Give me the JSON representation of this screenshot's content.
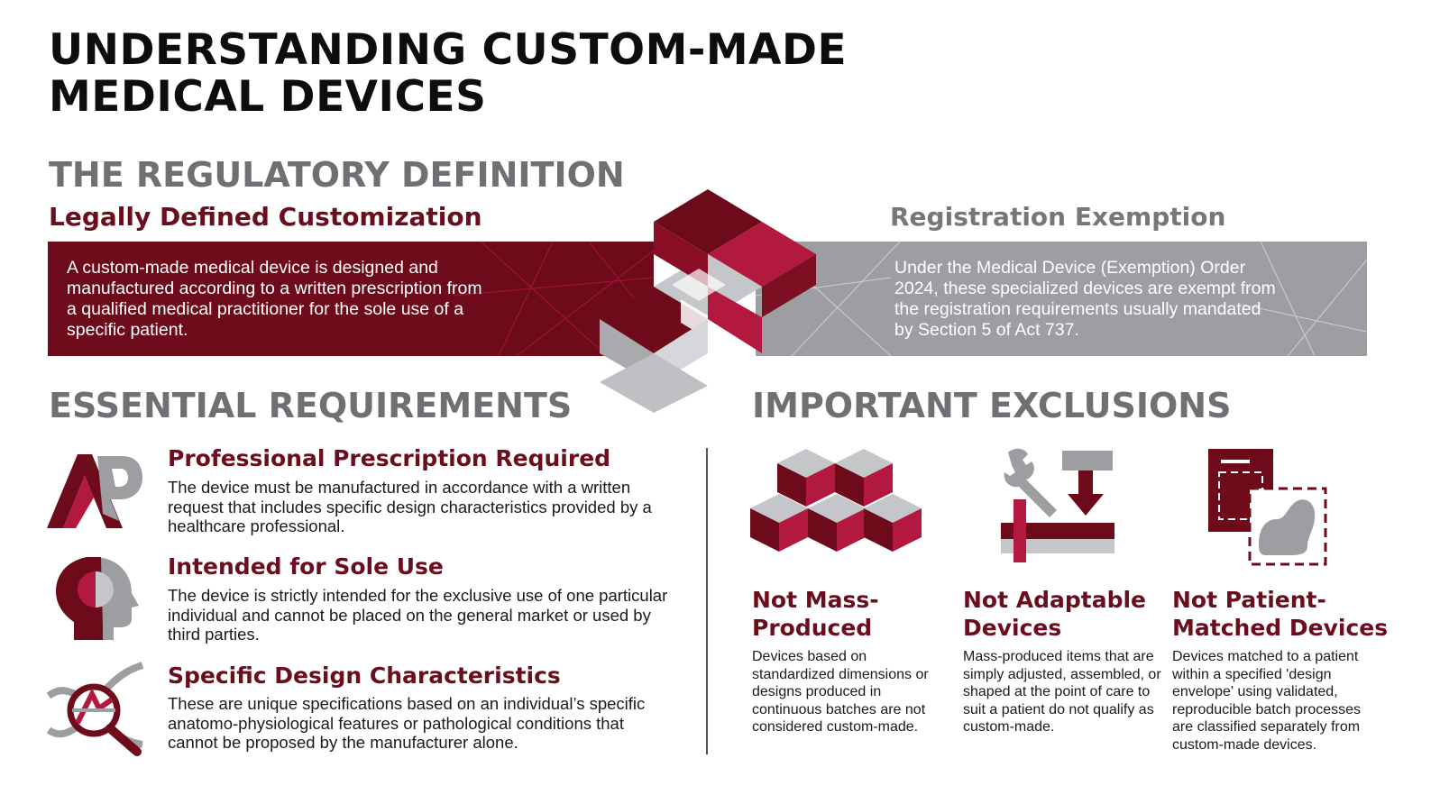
{
  "title": "UNDERSTANDING CUSTOM-MADE MEDICAL DEVICES",
  "regulatory": {
    "heading": "THE REGULATORY DEFINITION",
    "left_title": "Legally Defined Customization",
    "left_text": "A custom-made medical device is designed and manufactured according to a written prescription from a qualified medical practitioner for the sole use of a specific patient.",
    "right_title": "Registration Exemption",
    "right_text": "Under the Medical Device (Exemption) Order 2024, these specialized devices are exempt from the registration requirements usually mandated by Section 5 of Act 737."
  },
  "requirements": {
    "heading": "ESSENTIAL REQUIREMENTS",
    "items": [
      {
        "title": "Professional Prescription Required",
        "text": "The device must be manufactured in accordance with a written request that includes specific design characteristics provided by a healthcare professional.",
        "icon": "prescription-icon"
      },
      {
        "title": "Intended for Sole Use",
        "text": "The device is strictly intended for the exclusive use of one particular individual and cannot be placed on the general market or used by third parties.",
        "icon": "head-profile-icon"
      },
      {
        "title": "Specific Design Characteristics",
        "text": "These are unique specifications based on an individual’s specific anatomo-physiological features or pathological conditions that cannot be proposed by the manufacturer alone.",
        "icon": "magnifier-icon"
      }
    ]
  },
  "exclusions": {
    "heading": "IMPORTANT EXCLUSIONS",
    "items": [
      {
        "title": "Not Mass-Produced",
        "text": "Devices based on standardized dimensions or designs produced in continuous batches are not considered custom-made.",
        "icon": "cubes-icon"
      },
      {
        "title": "Not Adaptable Devices",
        "text": "Mass-produced items that are simply adjusted, assembled, or shaped at the point of care to suit a patient do not qualify as custom-made.",
        "icon": "wrench-icon"
      },
      {
        "title": "Not Patient-Matched Devices",
        "text": "Devices matched to a patient within a specified 'design envelope' using validated, reproducible batch processes are classified separately from custom-made devices.",
        "icon": "design-envelope-icon"
      }
    ]
  },
  "colors": {
    "maroon": "#6e0b1b",
    "crimson": "#b3193f",
    "grey": "#9d9ea2",
    "dark_grey": "#707074"
  }
}
